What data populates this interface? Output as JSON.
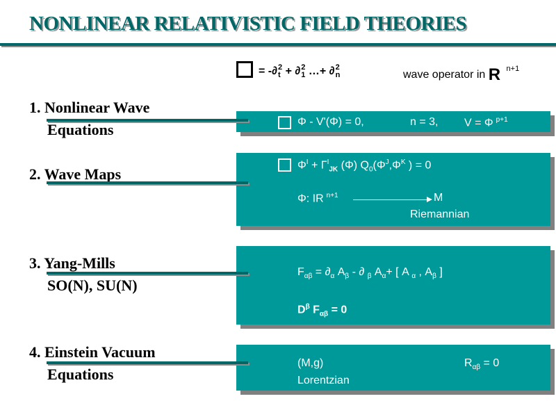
{
  "title": "NONLINEAR RELATIVISTIC FIELD THEORIES",
  "wave_operator": {
    "eq": "= -∂",
    "t_sup": "2",
    "t_sub": "t",
    "plus1": " + ∂",
    "one_sub": "1",
    "one_sup": "2",
    "dots": " …+ ∂",
    "n_sub": "n",
    "n_sup": "2",
    "desc": "wave operator in",
    "R": "R",
    "R_sup": "n+1"
  },
  "items": [
    {
      "label_line1": "1. Nonlinear Wave",
      "label_line2": "Equations"
    },
    {
      "label_line1": "2. Wave Maps"
    },
    {
      "label_line1": "3. Yang-Mills",
      "label_line2": "SO(N), SU(N)"
    },
    {
      "label_line1": "4. Einstein Vacuum",
      "label_line2": "Equations"
    }
  ],
  "box1": {
    "eq": "Φ - V'(Φ) = 0,",
    "n": "n = 3,",
    "v": "V = Φ",
    "v_sup": "p+1"
  },
  "box2": {
    "a": "Φ",
    "a_sup": "I",
    "b": " + Γ",
    "b_sup": "I",
    "b_sub": "JK",
    "c": " (Φ) Q",
    "c_sub": "0",
    "d": "(Φ",
    "d_sup": "J",
    "e": ",Φ",
    "e_sup": "K",
    "f": " ) = 0",
    "map": "Φ: IR",
    "map_sup": "n+1",
    "target": "M",
    "target_desc": "Riemannian"
  },
  "box3": {
    "F": "F",
    "F_sub": "αβ",
    "eq1": " = ∂",
    "s1": "α",
    "A1": " A",
    "s2": "β",
    "m": " - ∂ ",
    "s3": "β",
    "A2": " A",
    "s4": "α",
    "br": "+ [ A ",
    "s5": "α",
    "comma": " , A",
    "s6": "β",
    "close": " ]",
    "D": "D",
    "D_sup": "β",
    "F2": " F",
    "F2_sub": "αβ",
    "eq2": " = 0"
  },
  "box4": {
    "mg": "(M,g)",
    "lor": "Lorentzian",
    "R": "R",
    "R_sub": "αβ",
    "eq": " = 0"
  }
}
